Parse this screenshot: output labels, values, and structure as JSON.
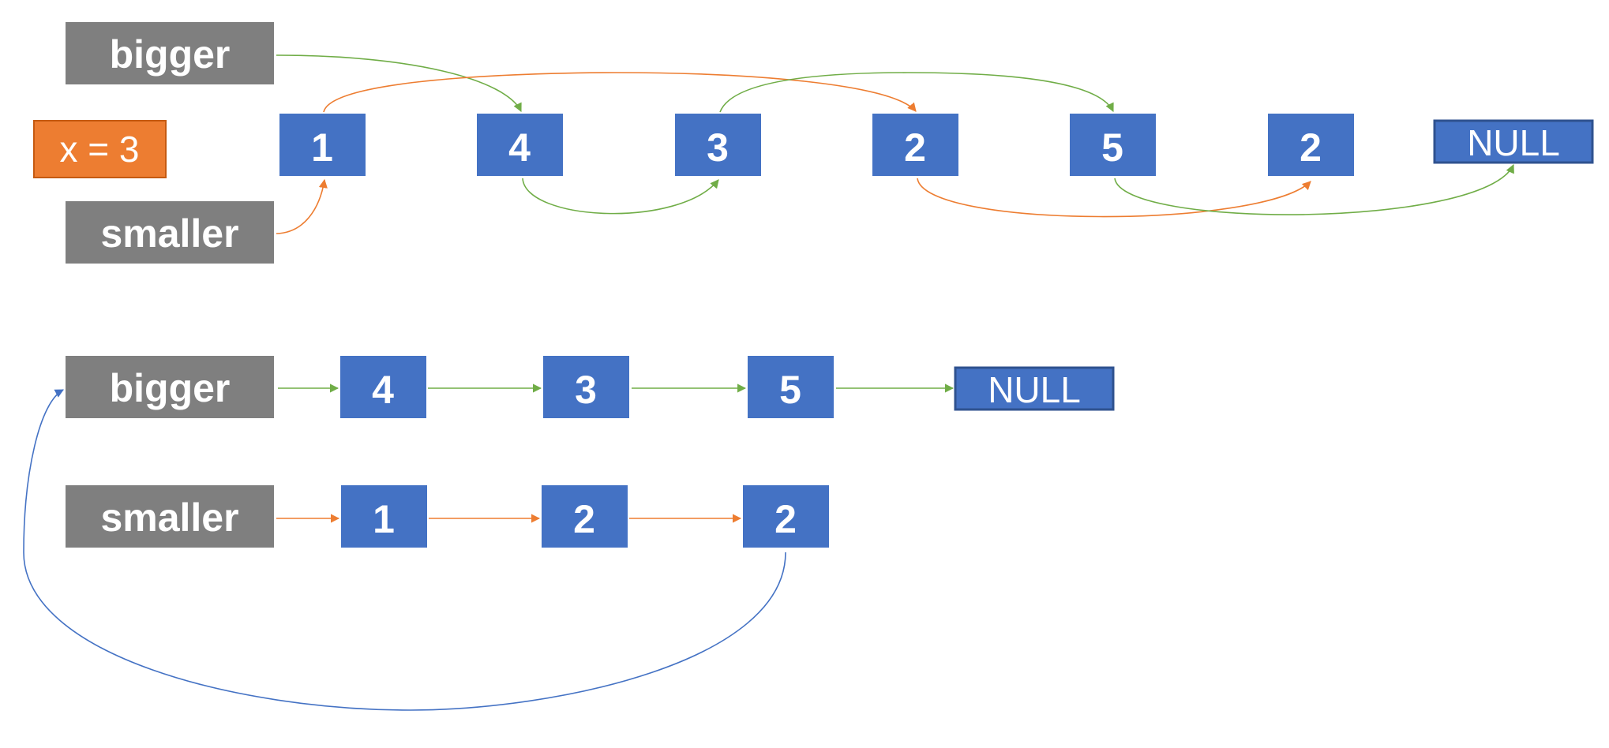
{
  "top": {
    "bigger_label": "bigger",
    "smaller_label": "smaller",
    "x_label": "x = 3",
    "nodes": [
      "1",
      "4",
      "3",
      "2",
      "5",
      "2"
    ],
    "null_label": "NULL"
  },
  "bottom": {
    "bigger_label": "bigger",
    "smaller_label": "smaller",
    "bigger_nodes": [
      "4",
      "3",
      "5"
    ],
    "bigger_null": "NULL",
    "smaller_nodes": [
      "1",
      "2",
      "2"
    ]
  },
  "colors": {
    "node": "#4472c4",
    "pointer": "#7f7f7f",
    "x_box": "#ed7d31",
    "x_border": "#c55a11",
    "null_border": "#2f528f",
    "orange_arrow": "#ed7d31",
    "green_arrow": "#70ad47",
    "blue_arrow": "#4472c4"
  }
}
